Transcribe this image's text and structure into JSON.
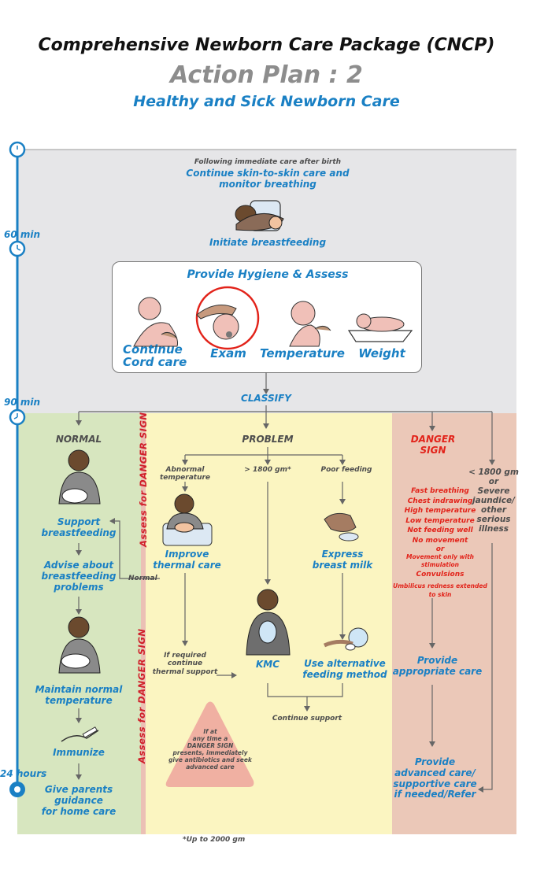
{
  "header": {
    "title": "Comprehensive Newborn Care Package (CNCP)",
    "plan": "Action Plan : 2",
    "subtitle": "Healthy and Sick Newborn Care"
  },
  "timeline": {
    "t60": "60 min",
    "t90": "90 min",
    "t24": "24 hours"
  },
  "top": {
    "intro": "Following immediate care after birth",
    "skin": [
      "Continue skin-to-skin care and",
      "monitor breathing"
    ],
    "breastfeed": "Initiate breastfeeding",
    "hygiene_title": "Provide Hygiene & Assess",
    "items": [
      "Continue Cord care",
      "Exam",
      "Temperature",
      "Weight"
    ],
    "classify": "CLASSIFY"
  },
  "normal": {
    "heading": "NORMAL",
    "support": [
      "Support",
      "breastfeeding"
    ],
    "advise": [
      "Advise about",
      "breastfeeding",
      "problems"
    ],
    "maintain": [
      "Maintain normal",
      "temperature"
    ],
    "immunize": "Immunize",
    "guidance": [
      "Give parents",
      "guidance",
      "for home care"
    ]
  },
  "problem": {
    "assess": "Assess for DANGER SIGN",
    "heading": "PROBLEM",
    "abnormal": [
      "Abnormal",
      "temperature"
    ],
    "gt1800": "> 1800 gm*",
    "poor": "Poor feeding",
    "thermal": [
      "Improve",
      "thermal care"
    ],
    "express": [
      "Express",
      "breast milk"
    ],
    "normal_label": "Normal",
    "required": [
      "If required",
      "continue",
      "thermal support"
    ],
    "kmc": "KMC",
    "alt": [
      "Use alternative",
      "feeding method"
    ],
    "continue": "Continue support",
    "warning": [
      "If at",
      "any time a",
      "DANGER SIGN",
      "presents, immediately",
      "give antibiotics and seek",
      "advanced care"
    ],
    "footnote": "*Up to 2000 gm"
  },
  "danger": {
    "heading": [
      "DANGER",
      "SIGN"
    ],
    "signs": [
      "Fast breathing",
      "Chest indrawing",
      "High temperature",
      "Low temperature",
      "Not feeding well",
      "No movement",
      "or",
      "Movement only with stimulation",
      "Convulsions",
      "Umbilicus redness extended to skin"
    ],
    "lt1800": [
      "< 1800 gm",
      "or",
      "Severe",
      "jaundice/",
      "other",
      "serious",
      "illness"
    ],
    "provide": [
      "Provide",
      "appropriate care"
    ],
    "advanced": [
      "Provide",
      "advanced care/",
      "supportive care",
      "if needed/Refer"
    ]
  },
  "colors": {
    "gray_panel": "#e6e6e8",
    "green_panel": "#d7e6bf",
    "yellow_panel": "#fbf5c1",
    "red_panel": "#ebc8b8",
    "blue_text": "#1a80c4",
    "red_text": "#e2231a"
  }
}
